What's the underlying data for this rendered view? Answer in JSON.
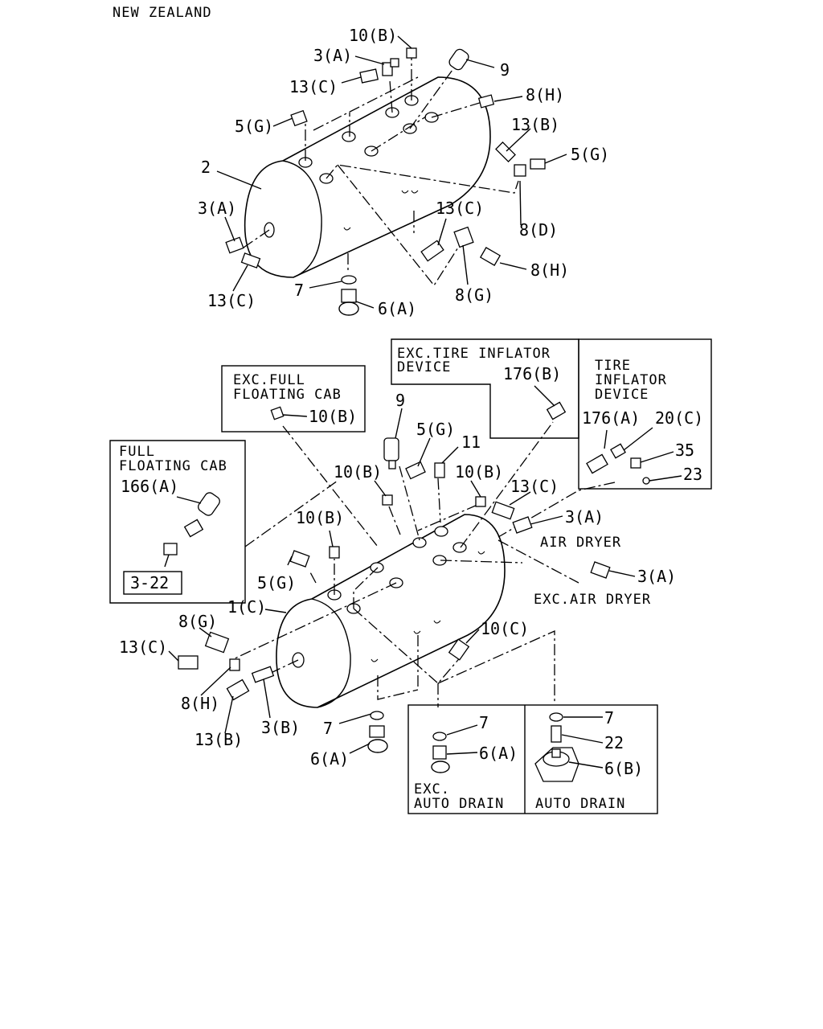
{
  "header": {
    "region": "NEW ZEALAND"
  },
  "boxes": {
    "full_floating_cab": {
      "line1": "FULL",
      "line2": "FLOATING CAB",
      "part": "166(A)",
      "ref": "3-22"
    },
    "exc_full_floating_cab": {
      "line1": "EXC.FULL",
      "line2": "FLOATING CAB",
      "part": "10(B)"
    },
    "exc_tire_inflator": {
      "line1": "EXC.TIRE INFLATOR",
      "line2": "DEVICE",
      "part": "176(B)"
    },
    "tire_inflator": {
      "line1": "TIRE",
      "line2": "INFLATOR",
      "line3": "DEVICE",
      "parts": [
        "176(A)",
        "20(C)",
        "35",
        "23"
      ]
    },
    "exc_auto_drain": {
      "line1": "EXC.",
      "line2": "AUTO DRAIN",
      "parts": [
        "7",
        "6(A)"
      ]
    },
    "auto_drain": {
      "line1": "AUTO DRAIN",
      "parts": [
        "7",
        "22",
        "6(B)"
      ]
    }
  },
  "notes": {
    "air_dryer": "AIR DRYER",
    "exc_air_dryer": "EXC.AIR DRYER"
  },
  "upper_labels": {
    "p10b": "10(B)",
    "p3a_top": "3(A)",
    "p9": "9",
    "p13c_top": "13(C)",
    "p8h_top": "8(H)",
    "p5g_left": "5(G)",
    "p13b": "13(B)",
    "p5g_right": "5(G)",
    "p2": "2",
    "p3a_left": "3(A)",
    "p13c_mid": "13(C)",
    "p8d": "8(D)",
    "p8h_low": "8(H)",
    "p7": "7",
    "p13c_low": "13(C)",
    "p6a": "6(A)",
    "p8g": "8(G)"
  },
  "lower_labels": {
    "p9": "9",
    "p5g_top": "5(G)",
    "p11": "11",
    "p10b_a": "10(B)",
    "p10b_b": "10(B)",
    "p13c_right": "13(C)",
    "p3a_right": "3(A)",
    "p10b_c": "10(B)",
    "p5g_left": "5(G)",
    "p1c": "1(C)",
    "p3a_exc": "3(A)",
    "p8g": "8(G)",
    "p10c": "10(C)",
    "p13c_left": "13(C)",
    "p8h": "8(H)",
    "p3b": "3(B)",
    "p13b": "13(B)",
    "p7": "7",
    "p6a": "6(A)"
  },
  "icons": [
    "air-tank-icon",
    "elbow-fitting-icon",
    "pressure-switch-icon",
    "drain-valve-icon",
    "connector-icon",
    "plug-icon",
    "o-ring-icon"
  ]
}
